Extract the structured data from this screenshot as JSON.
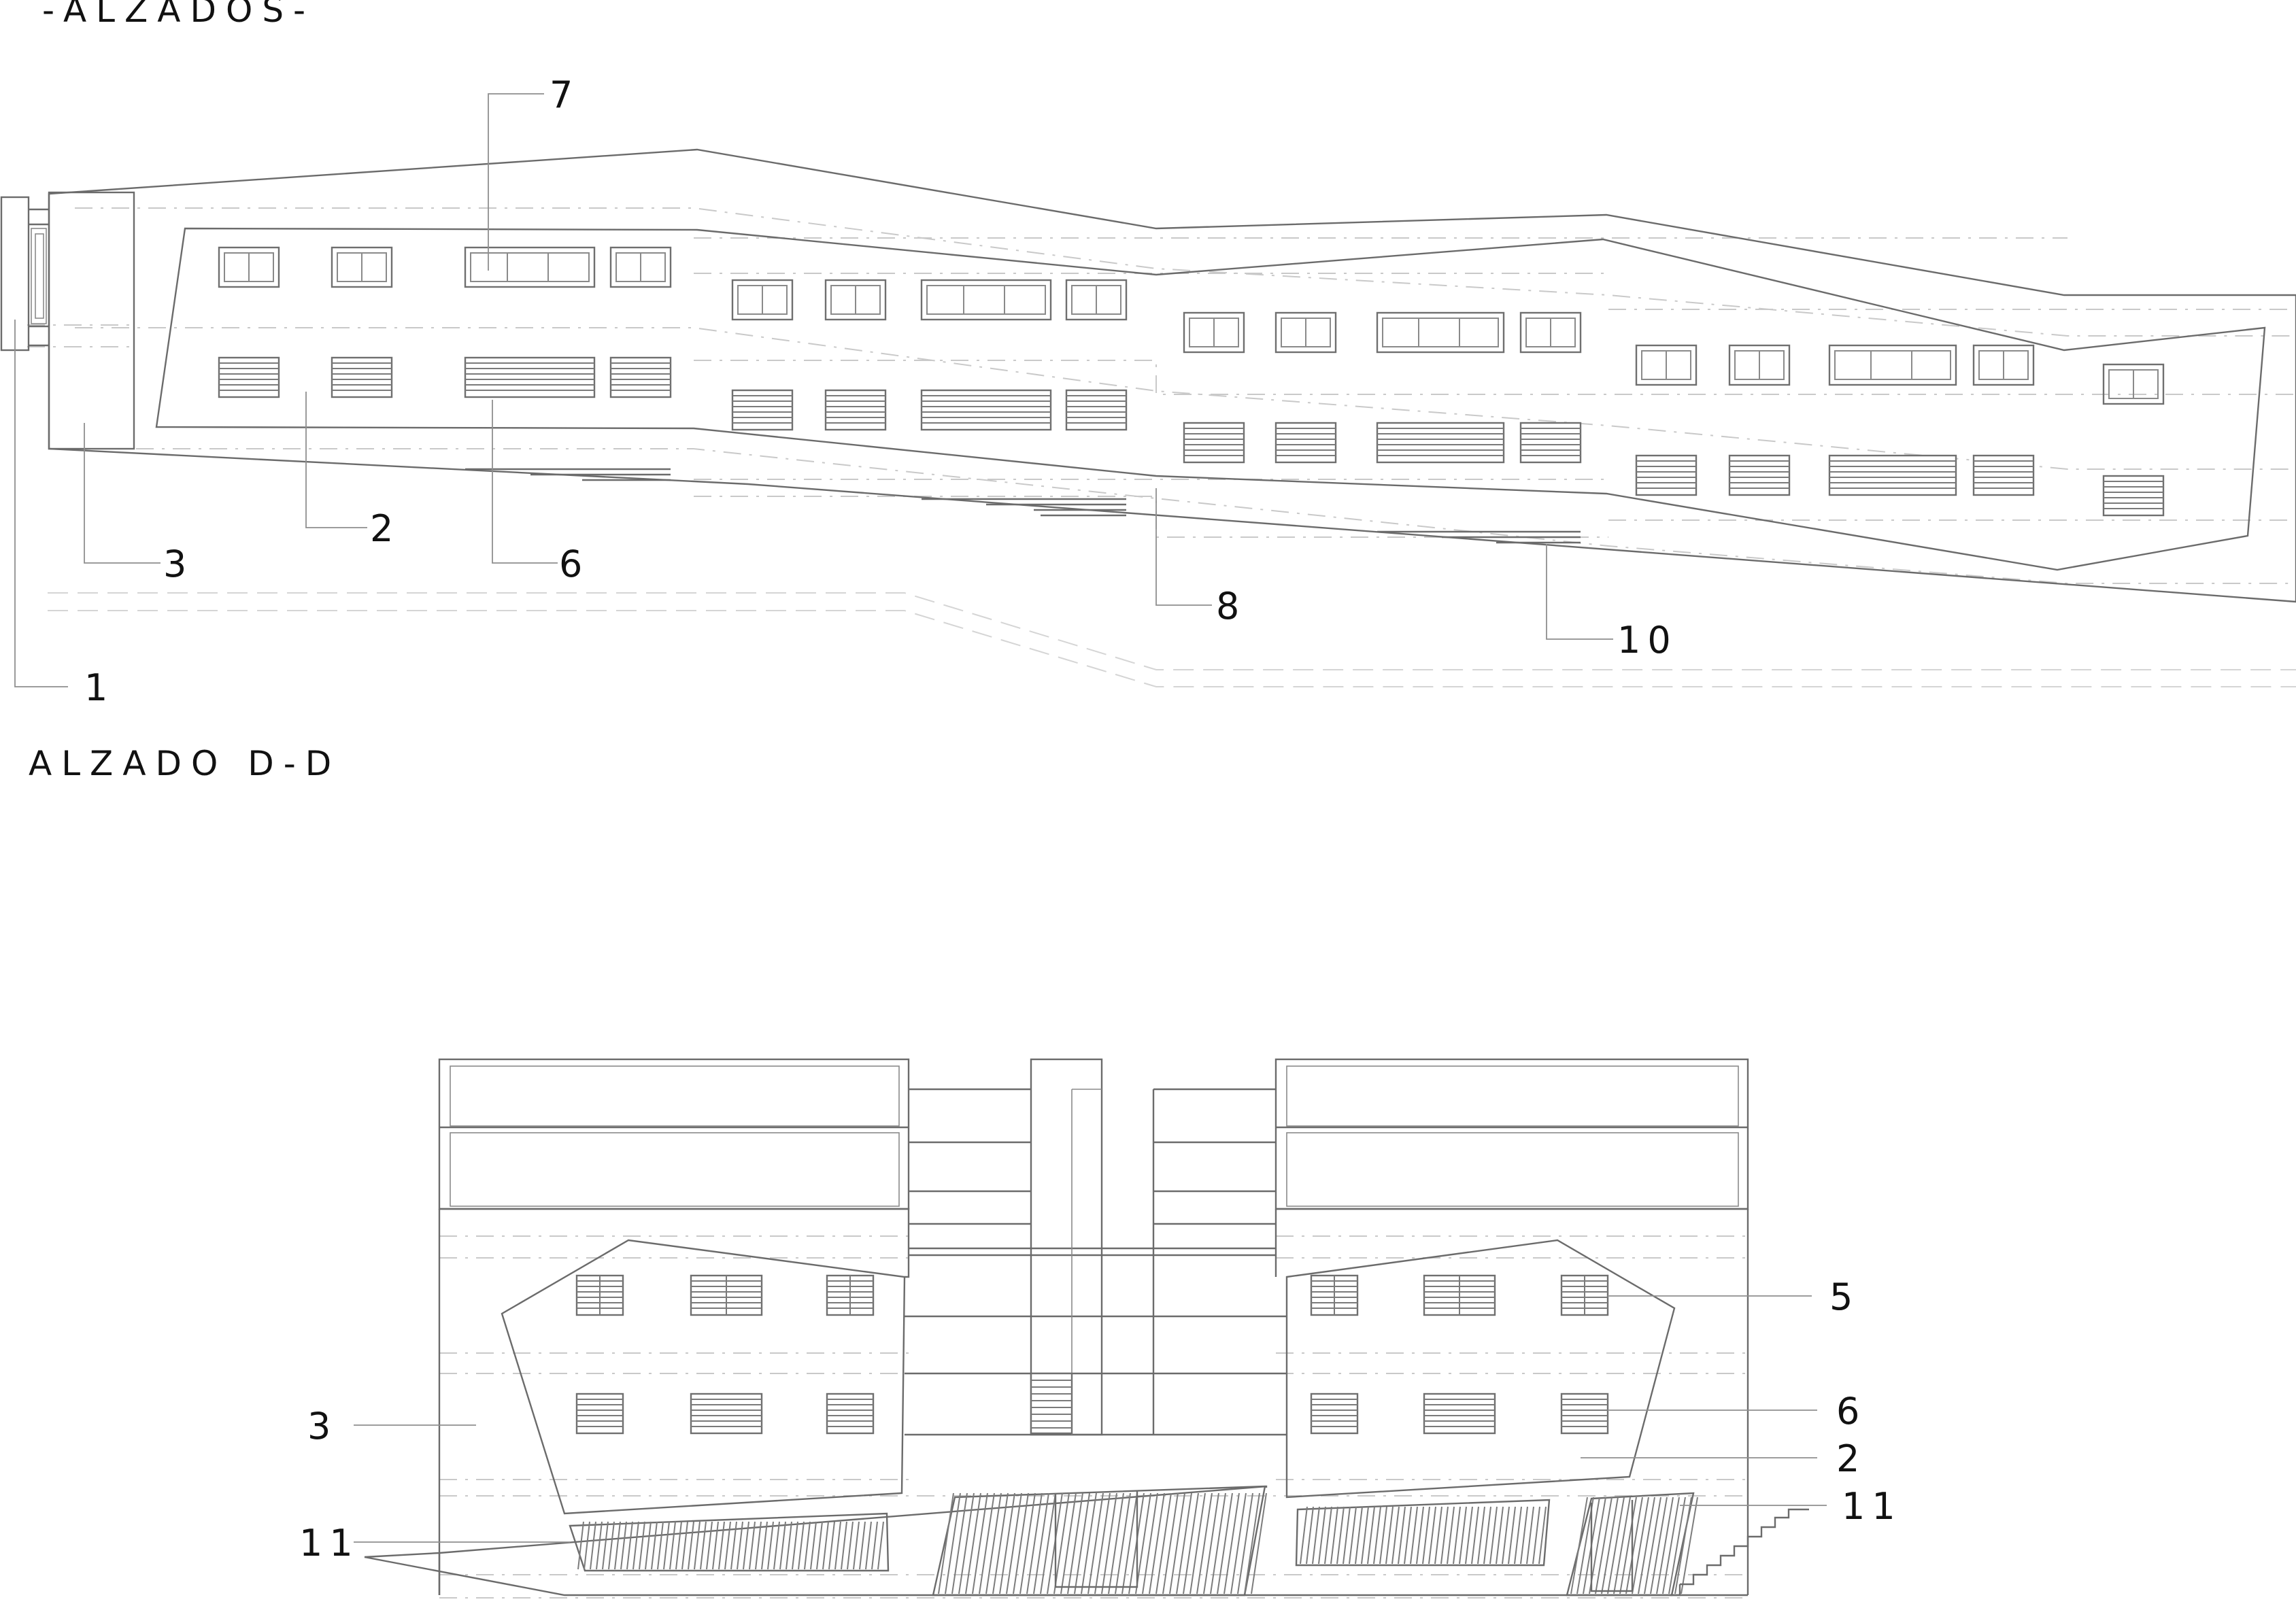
{
  "sheet": {
    "title": "-ALZADOS-",
    "upper_view_label": "ALZADO D-D"
  },
  "upper_elevation": {
    "callouts": [
      {
        "id": "c1",
        "label": "1"
      },
      {
        "id": "c2",
        "label": "2"
      },
      {
        "id": "c3",
        "label": "3"
      },
      {
        "id": "c6",
        "label": "6"
      },
      {
        "id": "c7",
        "label": "7"
      },
      {
        "id": "c8",
        "label": "8"
      },
      {
        "id": "c10",
        "label": "10"
      }
    ]
  },
  "lower_elevation": {
    "callouts": [
      {
        "id": "c3",
        "label": "3"
      },
      {
        "id": "c5",
        "label": "5"
      },
      {
        "id": "c6",
        "label": "6"
      },
      {
        "id": "c2",
        "label": "2"
      },
      {
        "id": "c11a",
        "label": "11"
      },
      {
        "id": "c11b",
        "label": "11"
      }
    ]
  },
  "colors": {
    "line": "#6b6b6b",
    "guide_dashed": "#c9c9c9",
    "text": "#111111",
    "background": "#ffffff"
  }
}
